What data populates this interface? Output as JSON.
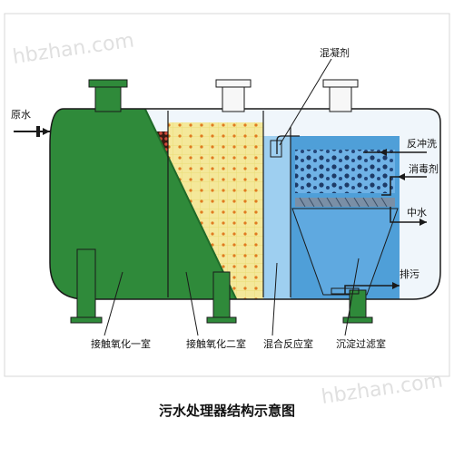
{
  "title": "污水处理器结构示意图",
  "watermark": "hbzhan.com",
  "labels": {
    "inflow": "原水",
    "coagulant": "混凝剂",
    "backwash": "反冲洗",
    "disinfectant": "消毒剂",
    "reclaimed_water": "中水",
    "sludge_discharge": "排污",
    "chamber_1": "接触氧化一室",
    "chamber_2": "接触氧化二室",
    "mixing_chamber": "混合反应室",
    "settling_filter_chamber": "沉淀过滤室"
  },
  "colors": {
    "tank_green": "#2f8a3a",
    "tank_green_dark": "#1f6a29",
    "media_yellow": "#f4e89a",
    "media_dots": "#e07a20",
    "red_media": "#c0392b",
    "mixing_blue": "#9ecff0",
    "filter_blue": "#4f9fd8",
    "outline": "#1a1a1a"
  }
}
